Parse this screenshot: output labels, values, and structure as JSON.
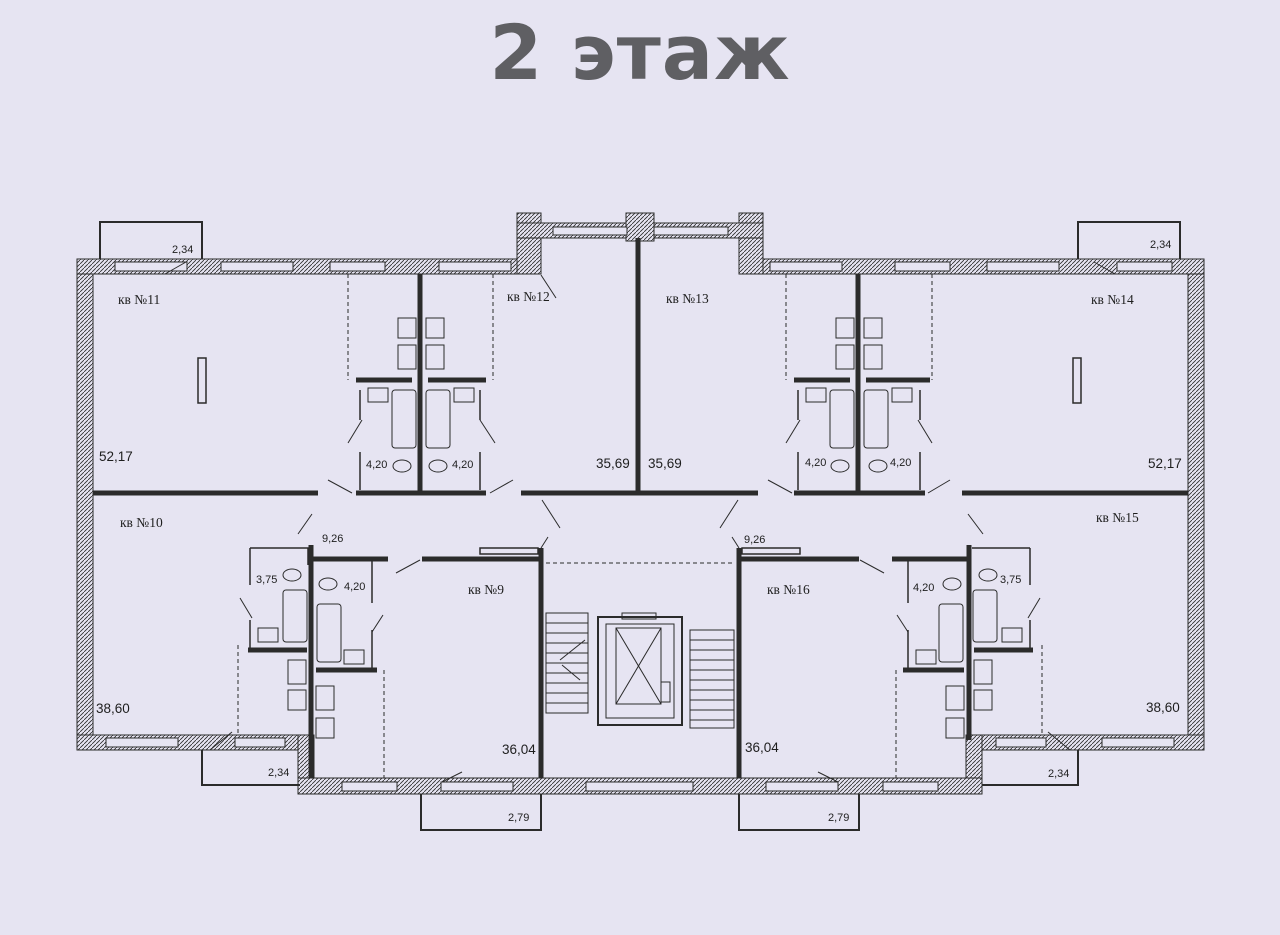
{
  "title": "2 этаж",
  "apartments": [
    {
      "label": "кв №9"
    },
    {
      "label": "кв №10"
    },
    {
      "label": "кв №11"
    },
    {
      "label": "кв №12"
    },
    {
      "label": "кв №13"
    },
    {
      "label": "кв №14"
    },
    {
      "label": "кв №15"
    },
    {
      "label": "кв №16"
    }
  ],
  "areas": {
    "kv11": "52,17",
    "kv12": "35,69",
    "kv13": "35,69",
    "kv14": "52,17",
    "kv10": "38,60",
    "kv9": "36,04",
    "kv16": "36,04",
    "kv15": "38,60"
  },
  "bathrooms": {
    "b11": "4,20",
    "b12": "4,20",
    "b13": "4,20",
    "b14": "4,20",
    "b10": "3,75",
    "b9": "4,20",
    "b16": "4,20",
    "b15": "3,75"
  },
  "balconies": {
    "tl": "2,34",
    "tr": "2,34",
    "bl": "2,34",
    "br": "2,34",
    "bml": "2,79",
    "bmr": "2,79"
  },
  "hallways": {
    "left": "9,26",
    "right": "9,26"
  },
  "colors": {
    "background": "#e6e4f2",
    "title": "#5f5f63",
    "wall": "#2b2b2b"
  }
}
